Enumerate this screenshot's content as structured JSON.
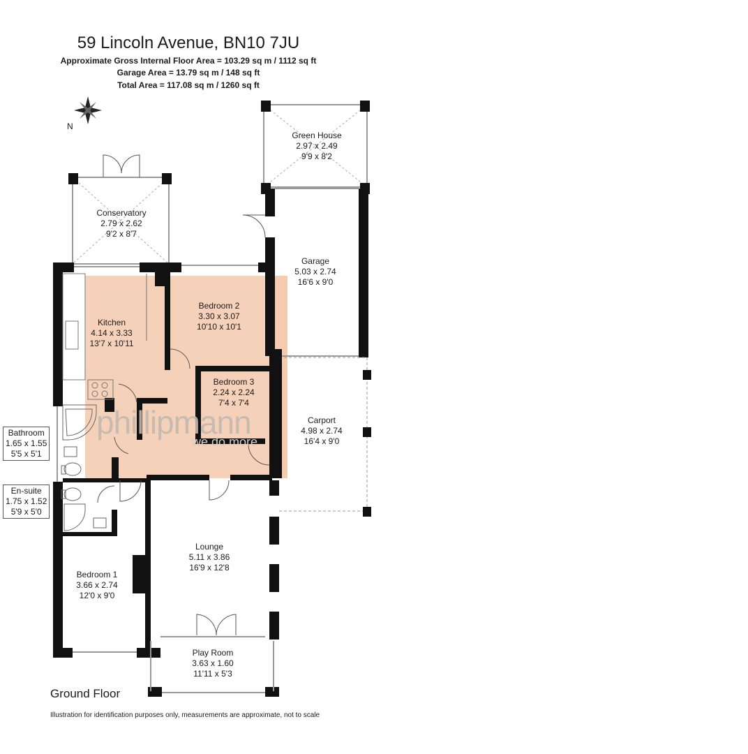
{
  "header": {
    "title": "59 Lincoln Avenue, BN10 7JU",
    "gross_area": "Approximate Gross Internal Floor Area = 103.29 sq m / 1112 sq ft",
    "garage_area": "Garage Area = 13.79 sq m / 148 sq ft",
    "total_area": "Total Area = 117.08 sq m / 1260 sq ft"
  },
  "compass": {
    "north": "N"
  },
  "rooms": {
    "green_house": {
      "name": "Green House",
      "metric": "2.97 x 2.49",
      "imperial": "9'9 x 8'2"
    },
    "conservatory": {
      "name": "Conservatory",
      "metric": "2.79 x 2.62",
      "imperial": "9'2 x 8'7"
    },
    "garage": {
      "name": "Garage",
      "metric": "5.03 x 2.74",
      "imperial": "16'6 x 9'0"
    },
    "kitchen": {
      "name": "Kitchen",
      "metric": "4.14 x 3.33",
      "imperial": "13'7 x 10'11"
    },
    "bedroom2": {
      "name": "Bedroom 2",
      "metric": "3.30 x 3.07",
      "imperial": "10'10 x 10'1"
    },
    "bedroom3": {
      "name": "Bedroom 3",
      "metric": "2.24 x 2.24",
      "imperial": "7'4 x 7'4"
    },
    "carport": {
      "name": "Carport",
      "metric": "4.98 x 2.74",
      "imperial": "16'4 x 9'0"
    },
    "bathroom": {
      "name": "Bathroom",
      "metric": "1.65 x 1.55",
      "imperial": "5'5 x 5'1"
    },
    "ensuite": {
      "name": "En-suite",
      "metric": "1.75 x 1.52",
      "imperial": "5'9 x 5'0"
    },
    "lounge": {
      "name": "Lounge",
      "metric": "5.11 x 3.86",
      "imperial": "16'9 x 12'8"
    },
    "bedroom1": {
      "name": "Bedroom 1",
      "metric": "3.66 x 2.74",
      "imperial": "12'0 x 9'0"
    },
    "play_room": {
      "name": "Play Room",
      "metric": "3.63 x 1.60",
      "imperial": "11'11 x 5'3"
    }
  },
  "watermark": {
    "brand": "phillipmann",
    "tagline": "we do more"
  },
  "footer": {
    "floor": "Ground Floor",
    "disclaimer": "Illustration for identification purposes only, measurements are approximate, not to scale"
  },
  "colors": {
    "wall": "#111111",
    "highlight": "#f5c9ad"
  }
}
